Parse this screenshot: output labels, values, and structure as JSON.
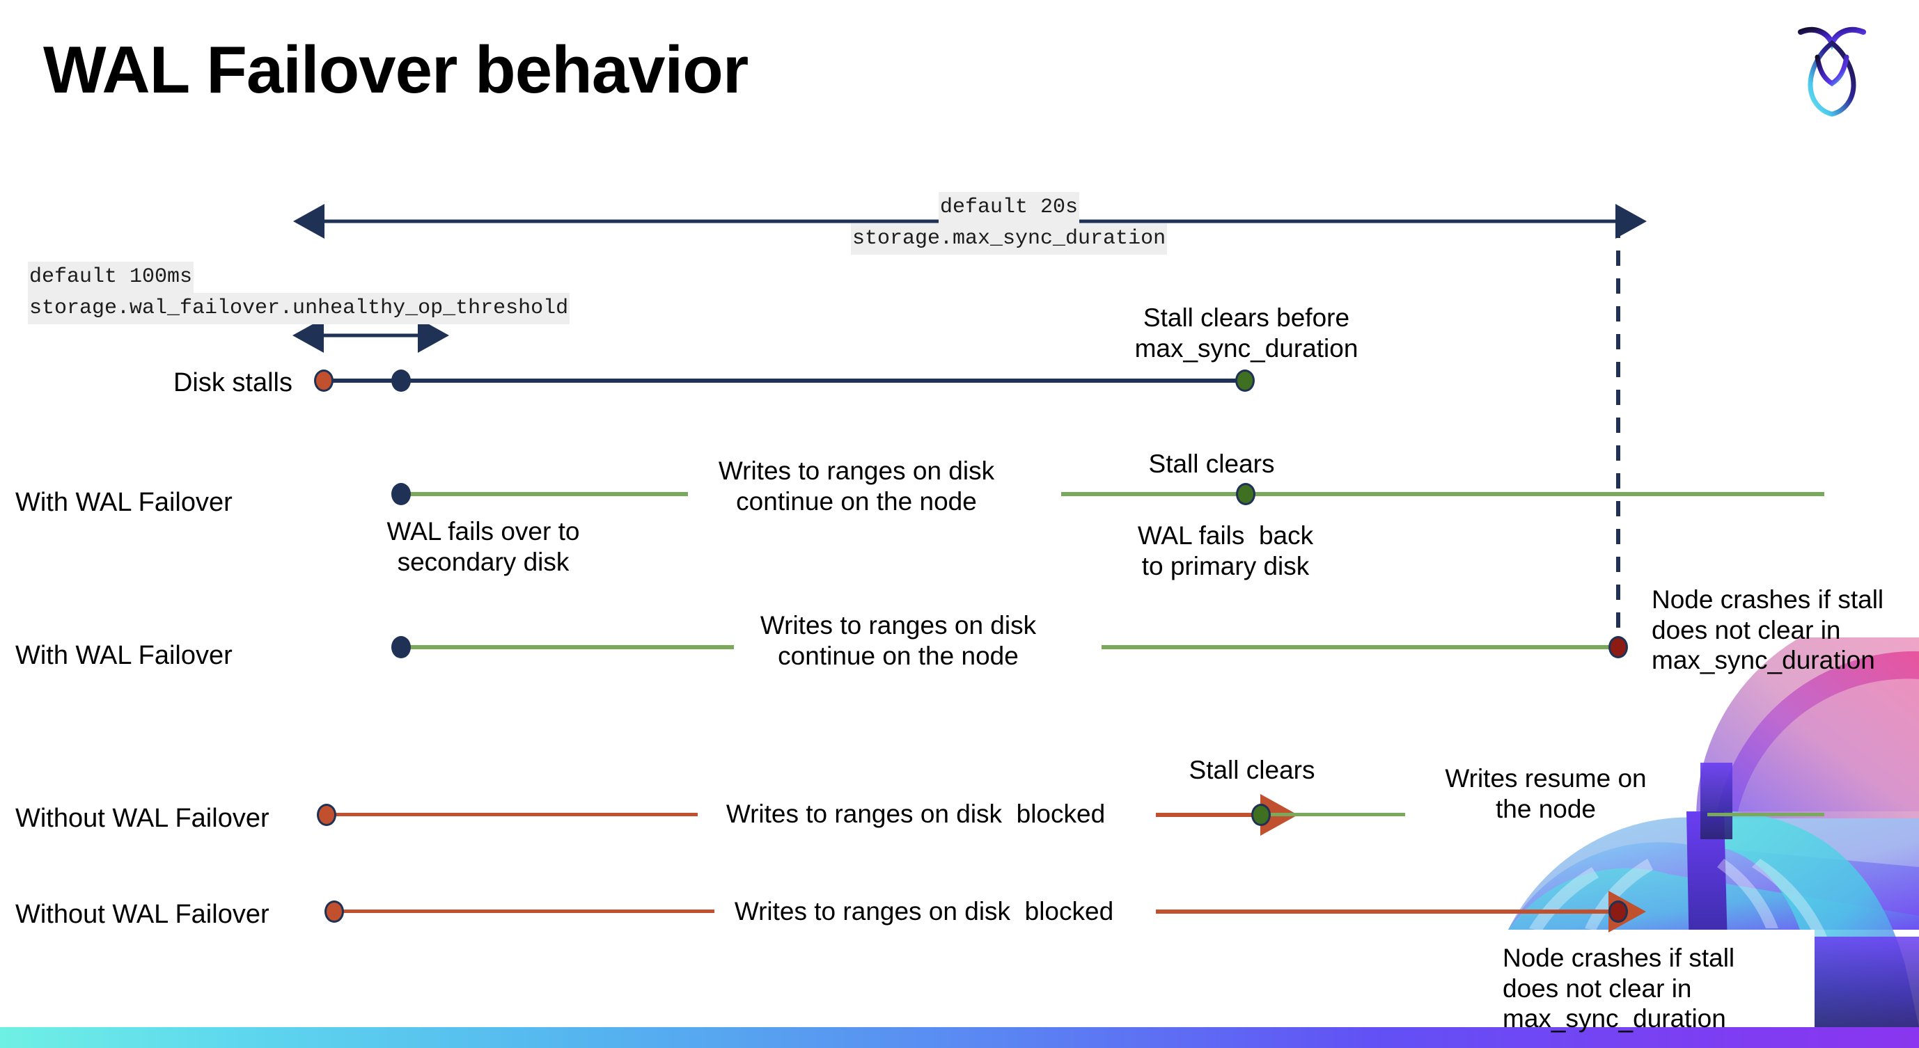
{
  "slide": {
    "title": "WAL Failover behavior",
    "brand_logo": "cockroachdb-logo"
  },
  "settings": {
    "max_sync": {
      "default_text": "default 20s",
      "setting_name": "storage.max_sync_duration"
    },
    "unhealthy_op": {
      "default_text": "default 100ms",
      "setting_name": "storage.wal_failover.unhealthy_op_threshold"
    }
  },
  "rows": [
    {
      "id": "disk-stalls",
      "label": "Disk stalls",
      "notes": [
        {
          "id": "stall-clears-before",
          "text": "Stall clears before\nmax_sync_duration"
        }
      ]
    },
    {
      "id": "with-wal-failover-clears",
      "label": "With WAL Failover",
      "notes": [
        {
          "id": "wal-fails-over",
          "text": "WAL fails over to\nsecondary disk"
        },
        {
          "id": "writes-continue-1",
          "text": "Writes to ranges on disk\ncontinue on the node"
        },
        {
          "id": "stall-clears-1",
          "text": "Stall clears"
        },
        {
          "id": "wal-fails-back",
          "text": "WAL fails  back\nto primary disk"
        }
      ]
    },
    {
      "id": "with-wal-failover-crash",
      "label": "With WAL Failover",
      "notes": [
        {
          "id": "writes-continue-2",
          "text": "Writes to ranges on disk\ncontinue on the node"
        },
        {
          "id": "node-crashes-1",
          "text": "Node crashes if stall\ndoes not clear in\nmax_sync_duration"
        }
      ]
    },
    {
      "id": "without-wal-failover-clears",
      "label": "Without WAL Failover",
      "notes": [
        {
          "id": "writes-blocked-1",
          "text": "Writes to ranges on disk  blocked"
        },
        {
          "id": "stall-clears-2",
          "text": "Stall clears"
        },
        {
          "id": "writes-resume",
          "text": "Writes resume on\nthe node"
        }
      ]
    },
    {
      "id": "without-wal-failover-crash",
      "label": "Without WAL Failover",
      "notes": [
        {
          "id": "writes-blocked-2",
          "text": "Writes to ranges on disk  blocked"
        },
        {
          "id": "node-crashes-2",
          "text": "Node crashes if stall\ndoes not clear in\nmax_sync_duration"
        }
      ]
    }
  ],
  "colors": {
    "navy": "#1f3256",
    "green_line": "#7aa95c",
    "green_dot": "#3f7021",
    "red_line": "#c1502e",
    "red_dot": "#c1502e",
    "dark_red_dot": "#8c1b14",
    "code_bg": "#eeeeee"
  }
}
